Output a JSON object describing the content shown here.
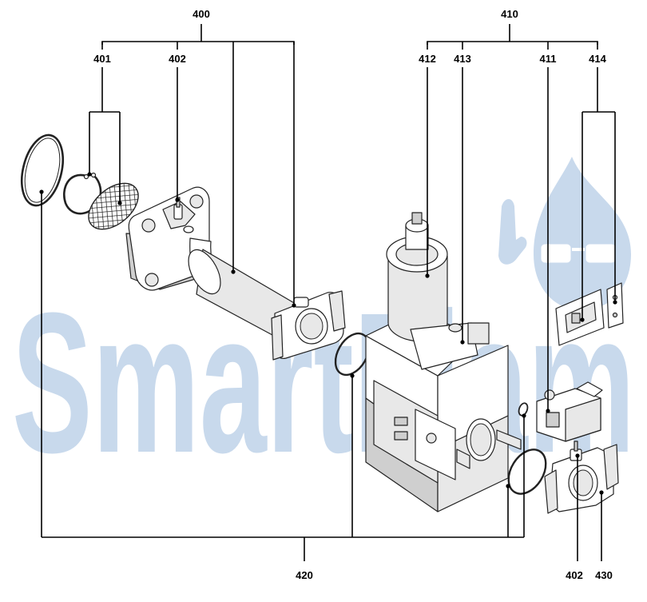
{
  "watermark": {
    "text": "SmartFlam",
    "color": "#c8d9ec"
  },
  "labels": {
    "l400": "400",
    "l401": "401",
    "l402_top": "402",
    "l410": "410",
    "l412": "412",
    "l413": "413",
    "l411": "411",
    "l414": "414",
    "l420": "420",
    "l402_bottom": "402",
    "l430": "430"
  }
}
